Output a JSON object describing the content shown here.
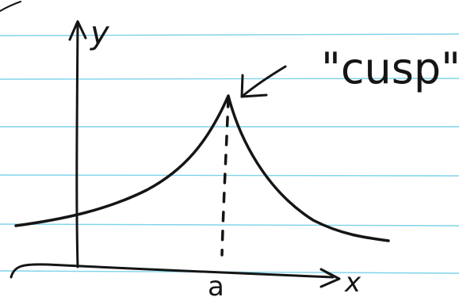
{
  "colors": {
    "paper": "#ffffff",
    "ruled_line": "#7fd3ea",
    "ink": "#151515"
  },
  "diagram": {
    "y_axis_label": "y",
    "x_axis_label": "x",
    "point_label": "a",
    "annotation": "\"cusp\""
  }
}
